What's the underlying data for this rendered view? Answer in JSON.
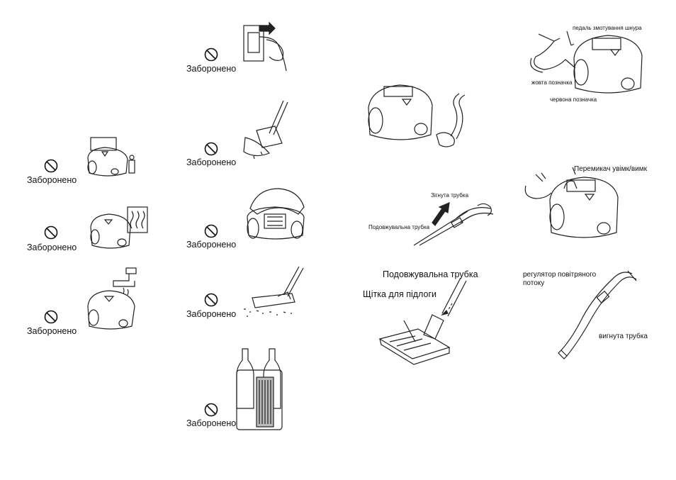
{
  "labels": {
    "forbidden": "Заборонено",
    "pedal": "педаль змотування шнура",
    "yellow_mark": "жовта позначка",
    "red_mark": "червона позначка",
    "bent_tube_small": "Зігнута трубка",
    "extension_tube_small": "Подовжувальна трубка",
    "power_switch": "Перемикач увімк/вимк",
    "extension_tube": "Подовжувальна трубка",
    "floor_brush": "Щітка для підлоги",
    "air_regulator": "регулятор повітряного потоку",
    "bent_tube": "вигнута трубка"
  },
  "icons": {
    "prohibition": "prohibition-icon"
  }
}
